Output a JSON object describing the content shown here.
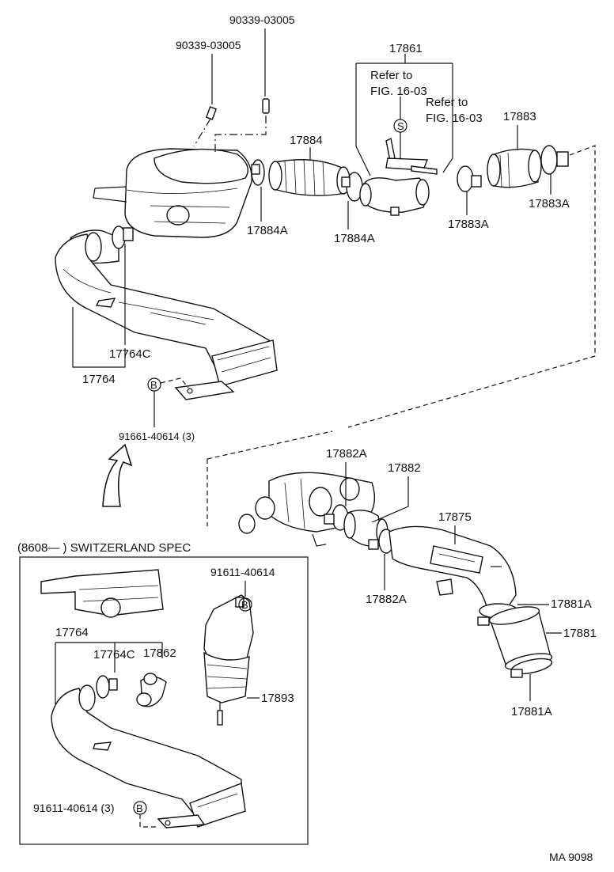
{
  "diagram": {
    "figure_code": "MA 9098",
    "inset_title": "(8608—     ) SWITZERLAND SPEC",
    "parts": {
      "p90339_top": "90339-03005",
      "p90339_left": "90339-03005",
      "p17861": "17861",
      "refer1_l1": "Refer to",
      "refer1_l2": "FIG. 16-03",
      "refer2_l1": "Refer to",
      "refer2_l2": "FIG. 16-03",
      "p17884": "17884",
      "p17884A_a": "17884A",
      "p17884A_b": "17884A",
      "p17883": "17883",
      "p17883A_a": "17883A",
      "p17883A_b": "17883A",
      "p17764C": "17764C",
      "p17764": "17764",
      "p91661": "91661-40614 (3)",
      "p17882A_top": "17882A",
      "p17882": "17882",
      "p17875": "17875",
      "p17882A_bot": "17882A",
      "p17881A_a": "17881A",
      "p17881": "17881",
      "p17881A_b": "17881A",
      "inset_91611": "91611-40614",
      "inset_17764": "17764",
      "inset_17764C": "17764C",
      "inset_17862": "17862",
      "inset_17893": "17893",
      "inset_91611_3": "91611-40614 (3)"
    },
    "symbols": {
      "s": "S",
      "b": "B"
    }
  }
}
